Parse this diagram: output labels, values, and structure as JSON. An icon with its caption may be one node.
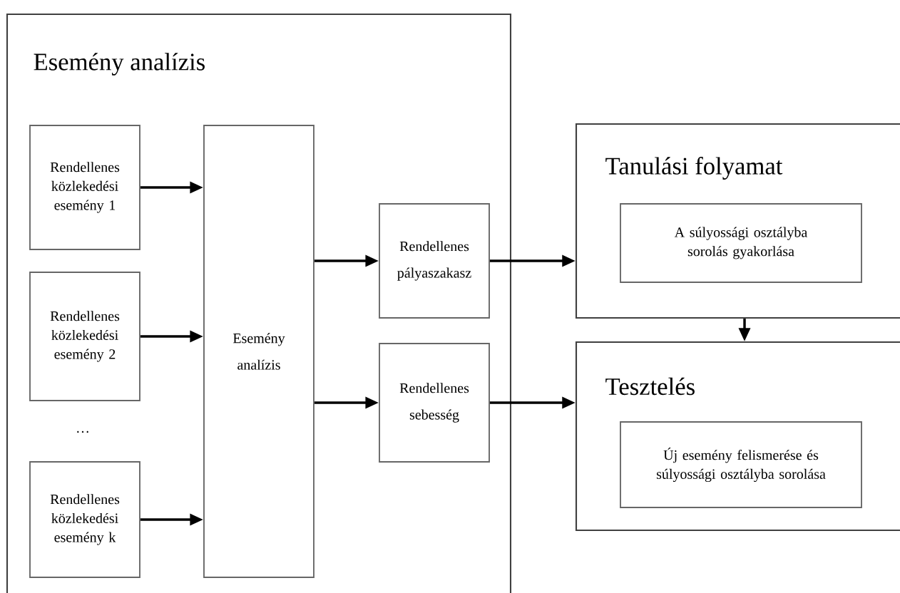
{
  "diagram": {
    "nodes": [
      {
        "text": [
          "Esemény analízis"
        ]
      },
      {
        "text": [
          "Rendellenes közlekedési esemény 1"
        ],
        "in": 0
      },
      {
        "text": [
          "Rendellenes közlekedési esemény 2"
        ],
        "in": 0
      },
      {
        "text": [
          "Rendellenes közlekedési esemény k"
        ],
        "in": 0
      },
      {
        "text": [
          "Esemény analízis"
        ],
        "in": 0
      },
      {
        "text": [
          "Rendellenes pályaszakasz"
        ],
        "in": 0
      },
      {
        "text": [
          "Rendellenes sebesség"
        ],
        "in": 0
      },
      {
        "text": [
          "Tanulási folyamat"
        ]
      },
      {
        "text": [
          "A súlyossági osztályba sorolás gyakorlása"
        ],
        "in": 7
      },
      {
        "text": [
          "Tesztelés"
        ]
      },
      {
        "text": [
          "Új esemény felismerése és súlyossági osztályba sorolása"
        ],
        "in": 9
      }
    ],
    "edges": [
      {
        "from": 1,
        "to": 4,
        "arrow": "to"
      },
      {
        "from": 2,
        "to": 4,
        "arrow": "to"
      },
      {
        "from": 3,
        "to": 4,
        "arrow": "to"
      },
      {
        "from": 4,
        "to": 5,
        "arrow": "to"
      },
      {
        "from": 4,
        "to": 6,
        "arrow": "to"
      },
      {
        "from": 5,
        "to": 7,
        "arrow": "to"
      },
      {
        "from": 6,
        "to": 9,
        "arrow": "to"
      },
      {
        "from": 7,
        "to": 9,
        "arrow": "to"
      }
    ],
    "labels": [
      "…"
    ]
  }
}
